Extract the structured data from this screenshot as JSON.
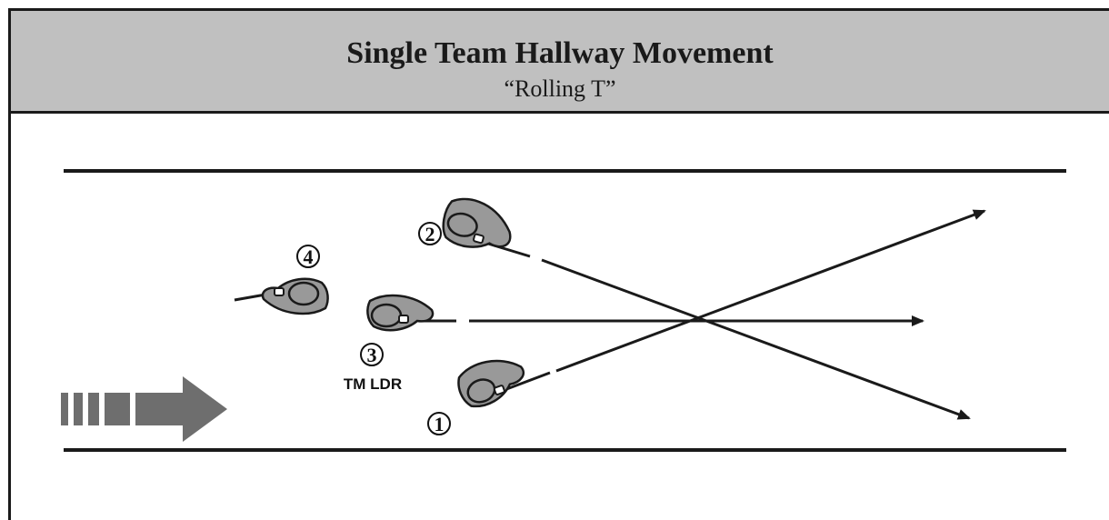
{
  "header": {
    "title": "Single Team Hallway Movement",
    "subtitle": "“Rolling T”"
  },
  "operators": [
    {
      "number": "1",
      "label": ""
    },
    {
      "number": "2",
      "label": ""
    },
    {
      "number": "3",
      "label": "TM LDR"
    },
    {
      "number": "4",
      "label": ""
    }
  ],
  "icons": {
    "movement_direction": "dashed-arrow-right-icon",
    "operator": "operator-topdown-icon"
  },
  "colors": {
    "header_bg": "#c0c0c0",
    "operator_fill": "#999999",
    "arrow_fill": "#6e6e6e",
    "line": "#1a1a1a"
  }
}
